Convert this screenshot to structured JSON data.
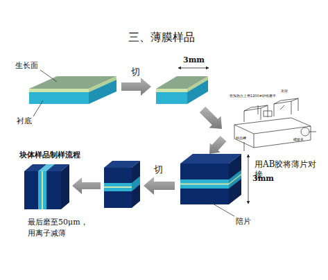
{
  "diagram": {
    "title": "三、薄膜样品",
    "labels": [
      "生长面",
      "衬底",
      "切",
      "3mm",
      "在加热台上用1200#砂纸磨平",
      "样品槽",
      "夹钳",
      "螺旋夹",
      "用AB胶将薄片对接",
      "3mm",
      "陪片",
      "切",
      "块体样品制样流程",
      "最后磨至50μm，",
      "用离子减薄"
    ]
  }
}
